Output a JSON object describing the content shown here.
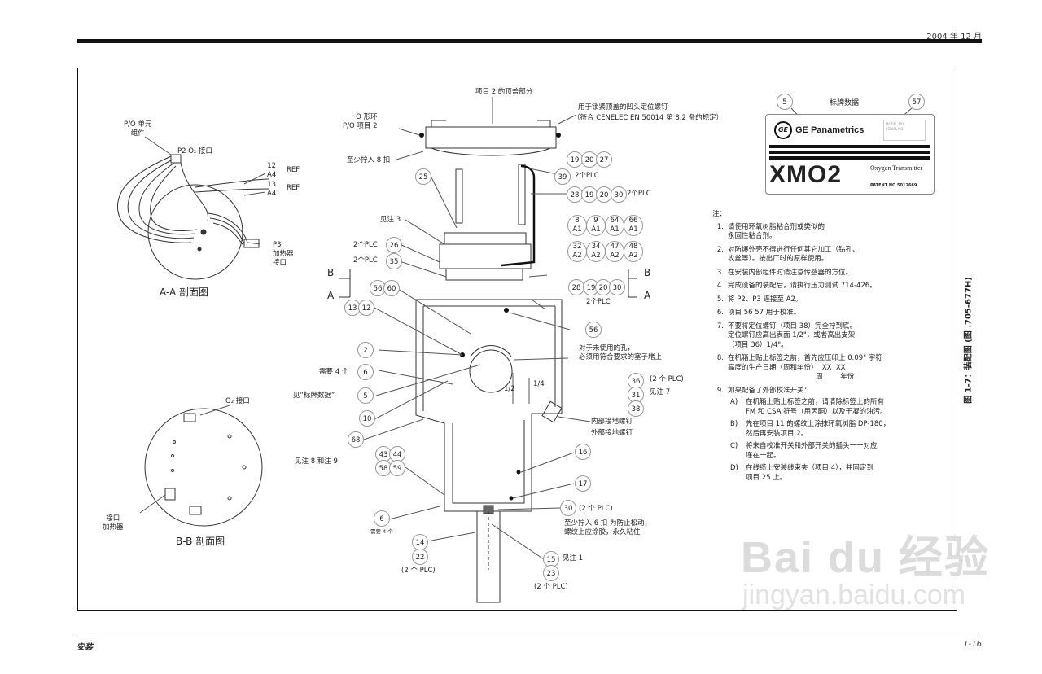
{
  "header": {
    "date": "2004 年 12 月"
  },
  "footer": {
    "section": "安装",
    "page": "1-16"
  },
  "figure_caption": "图 1-7：装配图 (图 .705-677H)",
  "section_views": {
    "aa": "A-A 剖面图",
    "bb": "B-B 剖面图"
  },
  "left_labels": {
    "po_unit": "P/O 单元\n组件",
    "p2_o2": "P2 O₂ 接口",
    "r12a4": "12\nA4",
    "ref1": "REF",
    "r13a4": "13\nA4",
    "ref2": "REF",
    "p3_heater": "P3\n加热器\n接口",
    "o2_port": "O₂ 接口",
    "port_heater": "接口\n加热器"
  },
  "center_labels": {
    "top_cover": "项目 2 的顶盖部分",
    "locking_screw": "用于锁紧顶盖的凹头定位螺钉",
    "cenelec": "（符合 CENELEC EN 50014 第 8.2 条的规定）",
    "oring": "O 形环\nP/O 项目 2",
    "min8": "至少拧入 8 扣",
    "plc_39": "2个PLC",
    "plc_30a": "2个PLC",
    "note3": "见注 3",
    "plc_26": "2个PLC",
    "plc_35": "2个PLC",
    "plc_30b": "2个PLC",
    "unused_holes": "对于未使用的孔，\n必须用符合要求的塞子堵上",
    "need4": "需要 4 个",
    "see_plate": "见“标牌数据”",
    "plc_36": "(2 个 PLC)",
    "note7": "见注 7",
    "half": "1/2",
    "quarter": "1/4",
    "inner_ground": "内部接地螺钉",
    "outer_ground": "外部接地螺钉",
    "note89": "见注 8 和注 9",
    "plc_30c": "(2 个 PLC)",
    "min6": "至少拧入 6 扣 为防止松动，\n螺纹上应涂胶，永久粘住",
    "need4_small": "需要 4 个",
    "plc_22": "(2 个 PLC)",
    "note1": "见注 1",
    "plc_23": "(2 个 PLC)",
    "sec_b": "B",
    "sec_a": "A"
  },
  "bubbles": {
    "b19": "19",
    "b20": "20",
    "b27": "27",
    "b39": "39",
    "b28a": "28",
    "b19b": "19",
    "b20b": "20",
    "b30a": "30",
    "b25": "25",
    "b26": "26",
    "b35": "35",
    "b56a": "56",
    "b60": "60",
    "b13": "13",
    "b12": "12",
    "b28b": "28",
    "b19c": "19",
    "b20c": "20",
    "b30b": "30",
    "b56b": "56",
    "b2": "2",
    "b6": "6",
    "b5": "5",
    "b10": "10",
    "b68": "68",
    "b36": "36",
    "b31": "31",
    "b38": "38",
    "b43": "43",
    "b44": "44",
    "b58": "58",
    "b59": "59",
    "b16": "16",
    "b17": "17",
    "b30c": "30",
    "b6b": "6",
    "b14": "14",
    "b22": "22",
    "b15": "15",
    "b23": "23",
    "b5p": "5",
    "b57": "57"
  },
  "cell_bubbles": [
    [
      "8\nA1",
      "9\nA1",
      "64\nA1",
      "66\nA1"
    ],
    [
      "32\nA2",
      "34\nA2",
      "47\nA2",
      "48\nA2"
    ]
  ],
  "nameplate": {
    "title": "标牌数据",
    "brand": "GE Panametrics",
    "logo": "GE",
    "model_box": "MODEL NO.\nSERIAL NO.",
    "product": "XMO2",
    "subtitle": "Oxygen Transmitter",
    "patent": "PATENT NO 5012669"
  },
  "notes": {
    "title": "注：",
    "items": [
      {
        "n": "1.",
        "t": "请使用环氧树脂粘合剂或类似的\n永固性粘合剂。"
      },
      {
        "n": "2.",
        "t": "对防爆外壳不得进行任何其它加工（钻孔、\n攻丝等）。按出厂时的原样使用。"
      },
      {
        "n": "3.",
        "t": "在安装内部组件时请注意传感器的方位。"
      },
      {
        "n": "4.",
        "t": "完成设备的装配后，请执行压力测试 714-426。"
      },
      {
        "n": "5.",
        "t": "将 P2、P3 连接至 A2。"
      },
      {
        "n": "6.",
        "t": "项目 56 57 用于校准。"
      },
      {
        "n": "7.",
        "t": "不要将定位螺钉（项目 38）完全拧到底。\n定位螺钉应高出表面 1/2\"，或者高出支架\n（项目 36）1/4\"。"
      },
      {
        "n": "8.",
        "t": "在机箱上贴上标签之前，首先应压印上 0.09\" 字符\n高度的生产日期（周和年份）  XX  XX\n                                        周        年份"
      },
      {
        "n": "9.",
        "t": "如果配备了外部校准开关："
      }
    ],
    "subitems": [
      {
        "n": "A)",
        "t": "在机箱上贴上标签之前，请清除标签上的所有\nFM 和 CSA 符号（用丙酮）以及干凝的油污。"
      },
      {
        "n": "B)",
        "t": "先在项目 11 的螺纹上涂抹环氧树脂 DP-180，\n然后再安装项目 2。"
      },
      {
        "n": "C)",
        "t": "将来自校准开关和外部开关的插头一一对应\n连在一起。"
      },
      {
        "n": "D)",
        "t": "在线缆上安装线束夹（项目 4），并固定到\n项目 25 上。"
      }
    ]
  },
  "watermark": {
    "line1": "Bai du 经验",
    "line2": "jingyan.baidu.com"
  }
}
